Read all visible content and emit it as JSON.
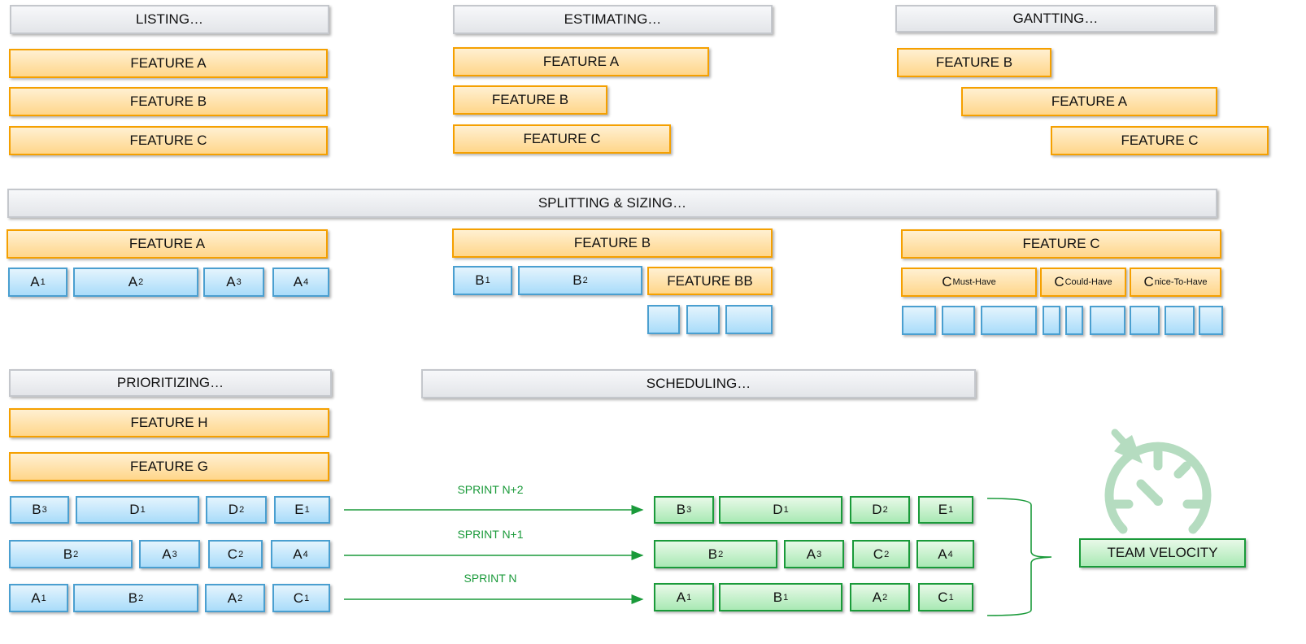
{
  "colors": {
    "header": "#e3e5e9",
    "feature": "#ffd68a",
    "story": "#a9dcfa",
    "sprint": "#a9e9b4",
    "accent_green": "#1a9a3a",
    "gauge": "#b5dcc0"
  },
  "boxes": [
    {
      "label": "LISTING…",
      "kind": "gray"
    },
    {
      "label": "ESTIMATING…",
      "kind": "gray"
    },
    {
      "label": "GANTTING…",
      "kind": "gray"
    },
    {
      "label": "SPLITTING & SIZING…",
      "kind": "gray"
    },
    {
      "label": "PRIORITIZING…",
      "kind": "gray"
    },
    {
      "label": "SCHEDULING…",
      "kind": "gray"
    },
    {
      "label": "FEATURE A",
      "kind": "orange"
    },
    {
      "label": "FEATURE B",
      "kind": "orange"
    },
    {
      "label": "FEATURE C",
      "kind": "orange"
    },
    {
      "label": "FEATURE A",
      "kind": "orange"
    },
    {
      "label": "FEATURE B",
      "kind": "orange"
    },
    {
      "label": "FEATURE C",
      "kind": "orange"
    },
    {
      "label": "FEATURE B",
      "kind": "orange"
    },
    {
      "label": "FEATURE A",
      "kind": "orange"
    },
    {
      "label": "FEATURE C",
      "kind": "orange"
    },
    {
      "label": "FEATURE A",
      "kind": "orange"
    },
    {
      "label": "FEATURE B",
      "kind": "orange"
    },
    {
      "label": "FEATURE BB",
      "kind": "orange"
    },
    {
      "label": "FEATURE C",
      "kind": "orange"
    },
    {
      "label": "C",
      "sub": "Must-Have",
      "kind": "orange"
    },
    {
      "label": "C",
      "sub": "Could-Have",
      "kind": "orange"
    },
    {
      "label": "C",
      "sub": "nice-To-Have",
      "kind": "orange"
    },
    {
      "label": "FEATURE H",
      "kind": "orange"
    },
    {
      "label": "FEATURE G",
      "kind": "orange"
    },
    {
      "label": "A",
      "sub": "1",
      "kind": "blue"
    },
    {
      "label": "A",
      "sub": "2",
      "kind": "blue"
    },
    {
      "label": "A",
      "sub": "3",
      "kind": "blue"
    },
    {
      "label": "A",
      "sub": "4",
      "kind": "blue"
    },
    {
      "label": "B",
      "sub": "1",
      "kind": "blue"
    },
    {
      "label": "B",
      "sub": "2",
      "kind": "blue"
    },
    {
      "label": "",
      "kind": "blue"
    },
    {
      "label": "",
      "kind": "blue"
    },
    {
      "label": "",
      "kind": "blue"
    },
    {
      "label": "",
      "kind": "blue"
    },
    {
      "label": "",
      "kind": "blue"
    },
    {
      "label": "",
      "kind": "blue"
    },
    {
      "label": "",
      "kind": "blue"
    },
    {
      "label": "",
      "kind": "blue"
    },
    {
      "label": "",
      "kind": "blue"
    },
    {
      "label": "",
      "kind": "blue"
    },
    {
      "label": "",
      "kind": "blue"
    },
    {
      "label": "",
      "kind": "blue"
    },
    {
      "label": "B",
      "sub": "3",
      "kind": "blue"
    },
    {
      "label": "D",
      "sub": "1",
      "kind": "blue"
    },
    {
      "label": "D",
      "sub": "2",
      "kind": "blue"
    },
    {
      "label": "E",
      "sub": "1",
      "kind": "blue"
    },
    {
      "label": "B",
      "sub": "2",
      "kind": "blue"
    },
    {
      "label": "A",
      "sub": "3",
      "kind": "blue"
    },
    {
      "label": "C",
      "sub": "2",
      "kind": "blue"
    },
    {
      "label": "A",
      "sub": "4",
      "kind": "blue"
    },
    {
      "label": "A",
      "sub": "1",
      "kind": "blue"
    },
    {
      "label": "B",
      "sub": "2",
      "kind": "blue"
    },
    {
      "label": "A",
      "sub": "2",
      "kind": "blue"
    },
    {
      "label": "C",
      "sub": "1",
      "kind": "blue"
    },
    {
      "label": "B",
      "sub": "3",
      "kind": "green"
    },
    {
      "label": "D",
      "sub": "1",
      "kind": "green"
    },
    {
      "label": "D",
      "sub": "2",
      "kind": "green"
    },
    {
      "label": "E",
      "sub": "1",
      "kind": "green"
    },
    {
      "label": "B",
      "sub": "2",
      "kind": "green"
    },
    {
      "label": "A",
      "sub": "3",
      "kind": "green"
    },
    {
      "label": "C",
      "sub": "2",
      "kind": "green"
    },
    {
      "label": "A",
      "sub": "4",
      "kind": "green"
    },
    {
      "label": "A",
      "sub": "1",
      "kind": "green"
    },
    {
      "label": "B",
      "sub": "1",
      "kind": "green"
    },
    {
      "label": "A",
      "sub": "2",
      "kind": "green"
    },
    {
      "label": "C",
      "sub": "1",
      "kind": "green"
    },
    {
      "label": "TEAM VELOCITY",
      "kind": "green"
    }
  ],
  "sprints": [
    "SPRINT N+2",
    "SPRINT N+1",
    "SPRINT N"
  ],
  "icons": {
    "gauge": "speedometer-icon",
    "arrow": "arrow-right-icon"
  }
}
